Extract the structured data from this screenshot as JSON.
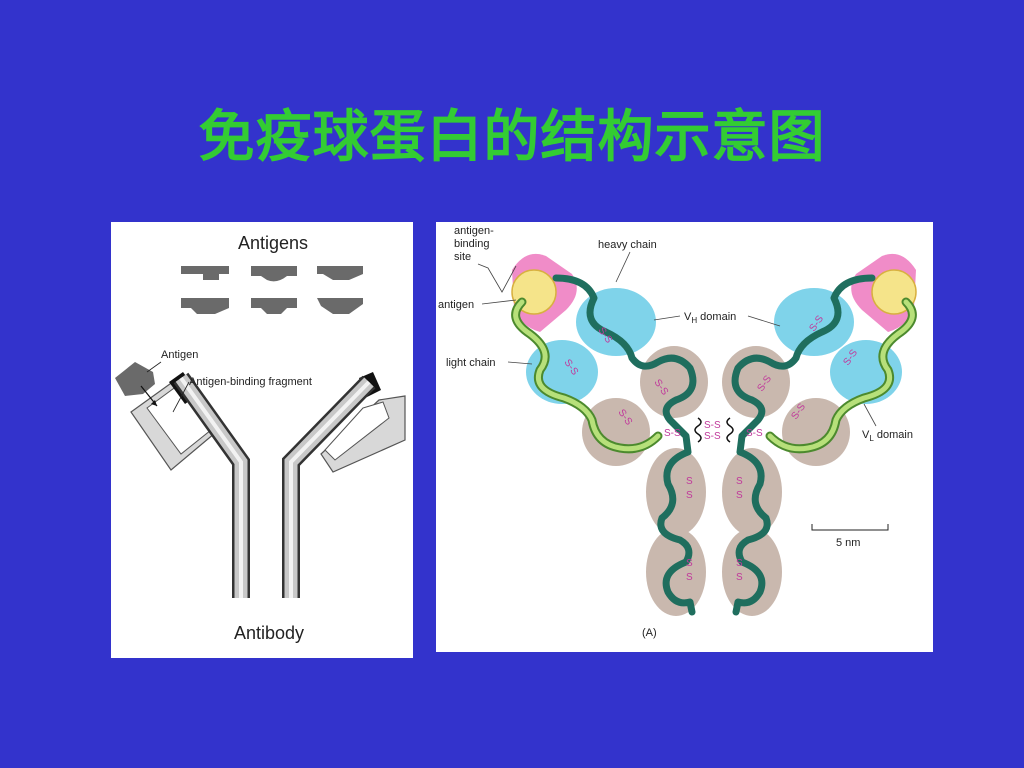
{
  "slide": {
    "title": "免疫球蛋白的结构示意图",
    "colors": {
      "background": "#3333cc",
      "title": "#33cc33",
      "heavy_chain": "#1f6e5e",
      "light_chain": "#7fbf3f",
      "variable_domain_fill": "#7fd3ea",
      "constant_domain_fill": "#c9b8ae",
      "antigen_fill": "#f5e48a",
      "antigen_binding_site": "#f08cc8",
      "disulfide": "#c0399b"
    }
  },
  "left_diagram": {
    "antigens_label": "Antigens",
    "antigen_label": "Antigen",
    "fragment_label": "Antigen-binding fragment",
    "antibody_label": "Antibody"
  },
  "right_diagram": {
    "site_label_lines": [
      "antigen-",
      "binding",
      "site"
    ],
    "antigen_label": "antigen",
    "heavy_chain_label": "heavy chain",
    "light_chain_label": "light chain",
    "vh_label_main": "V",
    "vh_label_sub": "H",
    "vh_label_rest": " domain",
    "vl_label_main": "V",
    "vl_label_sub": "L",
    "vl_label_rest": " domain",
    "disulfide_label": "S-S",
    "disulfide_upper": "S",
    "disulfide_lower": "S",
    "scale_label": "5 nm",
    "panel_label": "(A)"
  }
}
